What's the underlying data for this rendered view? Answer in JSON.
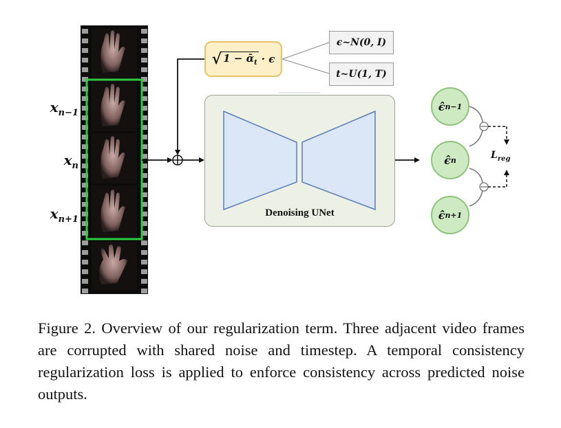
{
  "frames": {
    "labels": [
      {
        "base": "x",
        "sub": "n−1"
      },
      {
        "base": "x",
        "sub": "n"
      },
      {
        "base": "x",
        "sub": "n+1"
      }
    ]
  },
  "noise_scale": {
    "radicand": "1 − ᾱ",
    "radicand_sub": "t",
    "suffix": "· ϵ"
  },
  "samples": {
    "noise": "ϵ~N(0, I)",
    "timestep": "t~U(1, T)"
  },
  "unet": {
    "label": "Denoising UNet"
  },
  "predictions": [
    {
      "base": "ϵ̂",
      "sub": "n−1"
    },
    {
      "base": "ϵ̂",
      "sub": "n"
    },
    {
      "base": "ϵ̂",
      "sub": "n+1"
    }
  ],
  "loss": {
    "base": "L",
    "sub": "reg"
  },
  "caption": "Figure 2.  Overview of our regularization term.  Three adjacent video frames are corrupted with shared noise and timestep. A temporal consistency regularization loss is applied to enforce consistency across predicted noise outputs.",
  "colors": {
    "frame_highlight": "#2ecc40",
    "formula_fill": "#fdf0c8",
    "unet_fill": "#edf0e4",
    "unet_wings": "#dbe6f7",
    "prediction_fill": "#cdeac2"
  }
}
